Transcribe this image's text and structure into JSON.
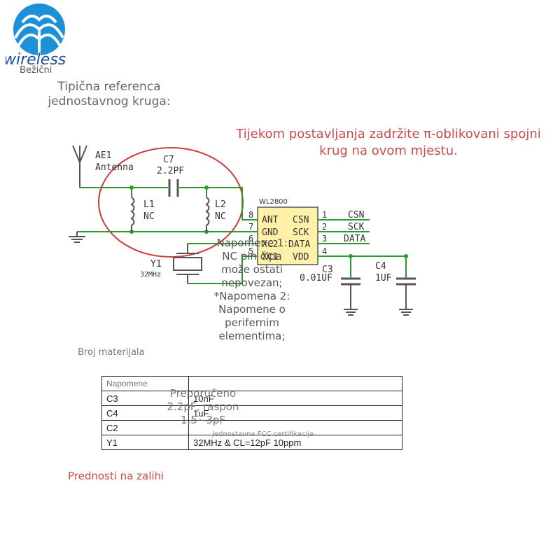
{
  "logo": {
    "wordmark": "wireless",
    "caption": "Bežični",
    "brand_color": "#1e90d8"
  },
  "reference_title": "Tipična referenca jednostavnog kruga:",
  "pi_note": "Tijekom postavljanja zadržite π-oblikovani spojni krug na ovom mjestu.",
  "schematic": {
    "antenna": {
      "ref": "AE1",
      "name": "Antenna"
    },
    "c7": {
      "ref": "C7",
      "value": "2.2PF"
    },
    "l1": {
      "ref": "L1",
      "value": "NC"
    },
    "l2": {
      "ref": "L2",
      "value": "NC"
    },
    "crystal": {
      "ref": "Y1",
      "value": "32MHz"
    },
    "chip": {
      "name": "WL2800",
      "left_pins": [
        {
          "num": "8",
          "label": "ANT"
        },
        {
          "num": "7",
          "label": "GND"
        },
        {
          "num": "6",
          "label": "XC2"
        },
        {
          "num": "5",
          "label": "XC1"
        }
      ],
      "right_pins": [
        {
          "num": "1",
          "label": "CSN"
        },
        {
          "num": "2",
          "label": "SCK"
        },
        {
          "num": "3",
          "label": "DATA"
        },
        {
          "num": "4",
          "label": "VDD"
        }
      ]
    },
    "net_labels": [
      "CSN",
      "SCK",
      "DATA"
    ],
    "c3": {
      "ref": "C3",
      "value": "0.01UF"
    },
    "c4": {
      "ref": "C4",
      "value": "1UF"
    },
    "circle_color": "#d03a3a",
    "wire_color": "#2e9a2e"
  },
  "note_overlay": "Napomene 1: NC pin čipa može ostati nepovezan; *Napomena 2: Napomene o perifernim elementima;",
  "bom_label": "Broj materijala",
  "bom": {
    "header": "Napomene",
    "rows": [
      {
        "ref": "C3",
        "value": "10nF"
      },
      {
        "ref": "C4",
        "value": "1uF"
      },
      {
        "ref": "C2",
        "value": ""
      },
      {
        "ref": "Y1",
        "value": "32MHz & CL=12pF 10ppm"
      }
    ]
  },
  "recommended_overlay": "Preporučeno 2.2pF, raspon 1.5~3pF",
  "cert_overlay": "Jednostavna FCC certifikacija",
  "advantages_label": "Prednosti na zalihi"
}
